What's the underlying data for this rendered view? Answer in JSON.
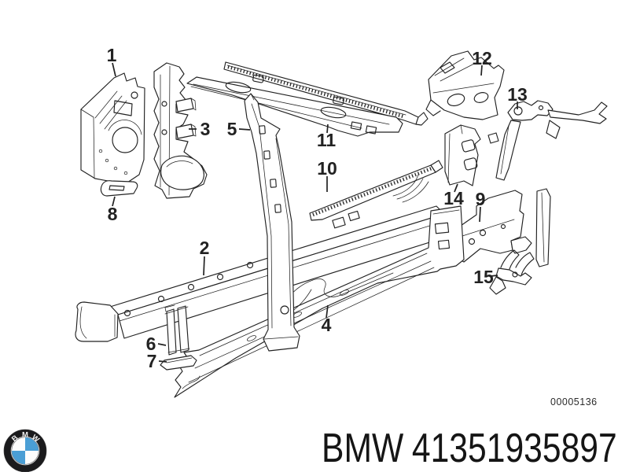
{
  "theme": {
    "ink": "#222222",
    "paper": "#ffffff",
    "text": "#151515",
    "muted": "#2b2b2b",
    "bmw_blue": "#4a9ed5",
    "roundel": "#1b1b1d"
  },
  "diagram": {
    "drawing_number": "00005136",
    "callouts": [
      {
        "number": "1"
      },
      {
        "number": "2"
      },
      {
        "number": "3"
      },
      {
        "number": "4"
      },
      {
        "number": "5"
      },
      {
        "number": "6"
      },
      {
        "number": "7"
      },
      {
        "number": "8"
      },
      {
        "number": "9"
      },
      {
        "number": "10"
      },
      {
        "number": "11"
      },
      {
        "number": "12"
      },
      {
        "number": "13"
      },
      {
        "number": "14"
      },
      {
        "number": "15"
      }
    ]
  },
  "footer": {
    "brand": "BMW",
    "part_number": "41351935897",
    "logo_letters": "BMW"
  }
}
